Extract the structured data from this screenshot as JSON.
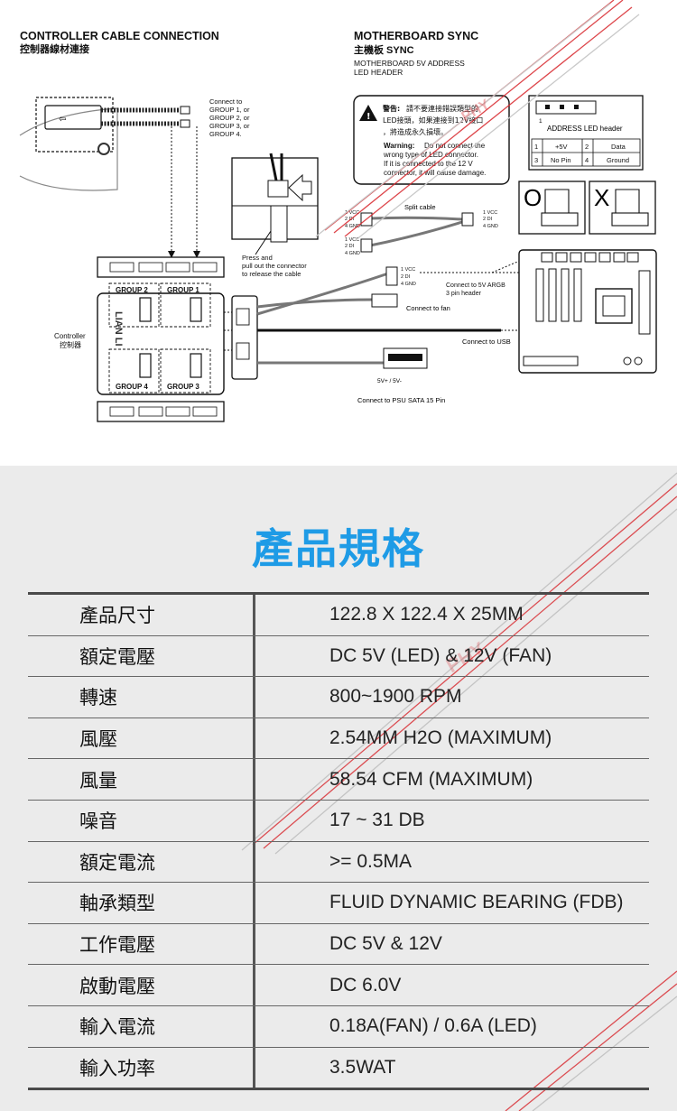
{
  "diagram": {
    "cable_heading": "CONTROLLER CABLE CONNECTION",
    "cable_heading_zh": "控制器線材連接",
    "sync_heading": "MOTHERBOARD SYNC",
    "sync_heading_zh": "主機板 SYNC",
    "sync_sub1": "MOTHERBOARD 5V ADDRESS",
    "sync_sub2": "LED HEADER",
    "connect_note": [
      "Connect to",
      "GROUP 1, or",
      "GROUP 2, or",
      "GROUP 3, or",
      "GROUP 4."
    ],
    "warning_zh_title": "警告:",
    "warning_zh": [
      "請不要連接錯誤類型的",
      "LED接頭，如果連接到12V接口",
      "，將造成永久損壞。"
    ],
    "warning_en_title": "Warning:",
    "warning_en": [
      "Do not connect the",
      "wrong type of LED connector.",
      "If it is connected to the 12 V",
      "connector, it will cause damage."
    ],
    "address_header_title": "ADDRESS LED header",
    "address_pins": [
      {
        "pin": "1",
        "name": "+5V"
      },
      {
        "pin": "2",
        "name": "Data"
      },
      {
        "pin": "3",
        "name": "No Pin"
      },
      {
        "pin": "4",
        "name": "Ground"
      }
    ],
    "split_cable": "Split cable",
    "pins_a": [
      "1 VCC",
      "2 DI",
      "4 GND"
    ],
    "pins_b": [
      "1 VCC",
      "2 DI",
      "4 GND"
    ],
    "pins_c": [
      "1 VCC",
      "2 DI",
      "4 GND"
    ],
    "pins_d": [
      "1 VCC",
      "2 DI",
      "4 GND"
    ],
    "press_note": [
      "Press and",
      "pull out the connector",
      "to release the cable"
    ],
    "argb_note": [
      "Connect to 5V ARGB",
      "3 pin header"
    ],
    "fan_note": "Connect to fan",
    "usb_note": "Connect to USB",
    "psu_note": "Connect  to PSU SATA 15 Pin",
    "psu_pins": "5V+ / 5V-",
    "controller_label": "Controller",
    "controller_label_zh": "控制器",
    "groups": [
      "GROUP 2",
      "GROUP 1",
      "GROUP 4",
      "GROUP 3"
    ],
    "controller_brand": "LIAN LI",
    "cross_mark": "X",
    "ok_mark": "O"
  },
  "specs": {
    "title": "產品規格",
    "rows": [
      {
        "label": "產品尺寸",
        "value": "122.8 X 122.4 X 25MM"
      },
      {
        "label": "額定電壓",
        "value": "DC 5V (LED) & 12V (FAN)"
      },
      {
        "label": "轉速",
        "value": "800~1900 RPM"
      },
      {
        "label": "風壓",
        "value": "2.54MM H2O (MAXIMUM)"
      },
      {
        "label": "風量",
        "value": "58.54 CFM (MAXIMUM)"
      },
      {
        "label": "噪音",
        "value": "17 ~ 31 DB"
      },
      {
        "label": "額定電流",
        "value": ">= 0.5MA"
      },
      {
        "label": "軸承類型",
        "value": "FLUID DYNAMIC BEARING (FDB)"
      },
      {
        "label": "工作電壓",
        "value": "DC 5V & 12V"
      },
      {
        "label": "啟動電壓",
        "value": "DC 6.0V"
      },
      {
        "label": "輸入電流",
        "value": "0.18A(FAN) / 0.6A (LED)"
      },
      {
        "label": "輸入功率",
        "value": "3.5WAT"
      }
    ]
  },
  "watermark": {
    "text": "PHY",
    "color": "#d8262c"
  }
}
